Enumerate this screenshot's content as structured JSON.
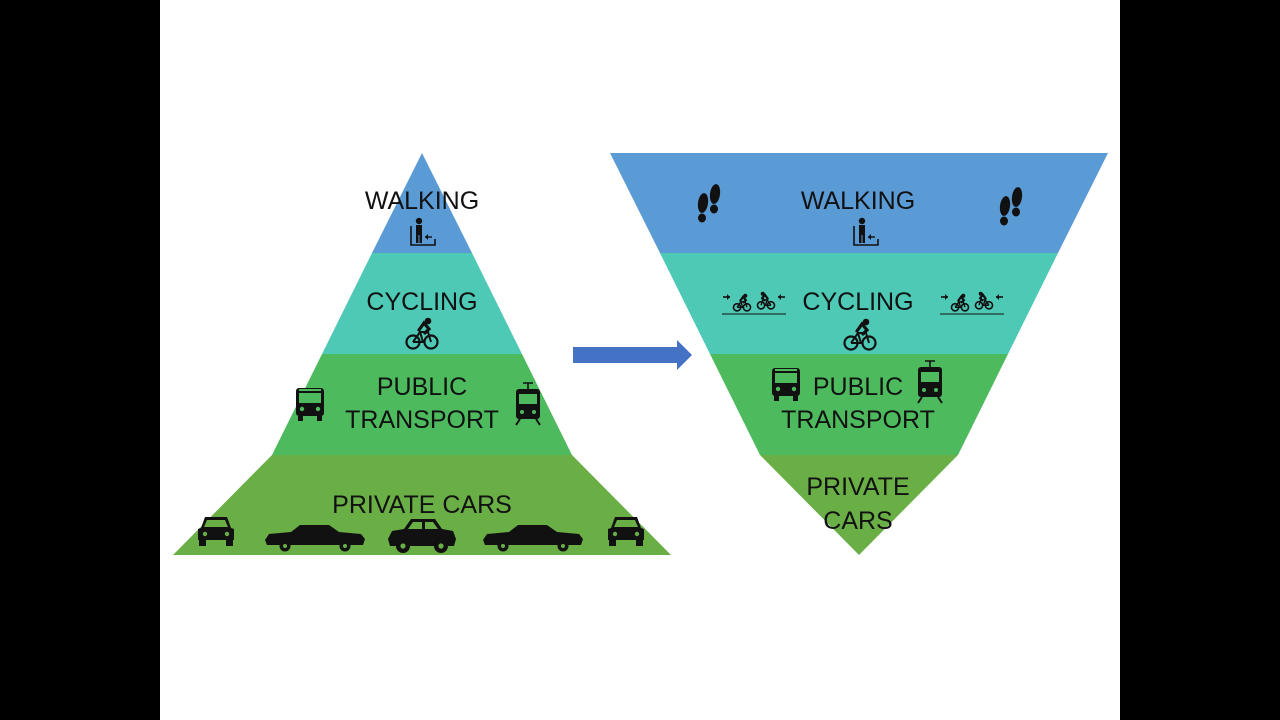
{
  "colors": {
    "walking": "#5b9bd5",
    "cycling": "#4dc9b5",
    "public_transport": "#4dba5e",
    "private_cars": "#6aae46",
    "arrow": "#4472c4",
    "ink": "#111111"
  },
  "left_pyramid": {
    "walking": "WALKING",
    "cycling": "CYCLING",
    "public_transport_line1": "PUBLIC",
    "public_transport_line2": "TRANSPORT",
    "private_cars": "PRIVATE CARS"
  },
  "right_pyramid": {
    "walking": "WALKING",
    "cycling": "CYCLING",
    "public_transport_line1": "PUBLIC",
    "public_transport_line2": "TRANSPORT",
    "private_cars_line1": "PRIVATE",
    "private_cars_line2": "CARS"
  },
  "icons": {
    "pedestrian": "pedestrian-icon",
    "bicycle": "bicycle-icon",
    "bus": "bus-icon",
    "tram": "tram-icon",
    "car": "car-icon",
    "footprints": "footprints-icon",
    "two_way_cycle": "two-way-cycle-icon",
    "arrow": "right-arrow-icon"
  }
}
